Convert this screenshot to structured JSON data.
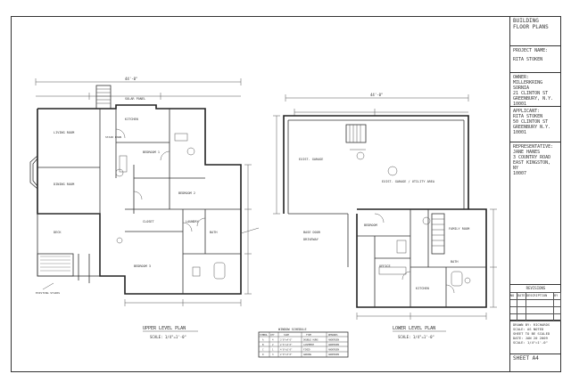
{
  "title_block": {
    "title_lines": [
      "BUILDING",
      "FLOOR PLANS"
    ],
    "project_name_label": "PROJECT NAME:",
    "project_name": "RITA STOKEN",
    "owner_label": "OWNER:",
    "owner_lines": [
      "MILLERKRING SORNIA",
      "21 CLINTON ST",
      "GREENBURY, N.Y.",
      "10001"
    ],
    "applicant_label": "APPLICANT:",
    "applicant_lines": [
      "RITA STOKEN",
      "50 CLINTON ST",
      "GREENBURY N.Y.",
      "10001"
    ],
    "representative_label": "REPRESENTATIVE:",
    "representative_lines": [
      "JANE HANES",
      "3 COUNTRY ROAD",
      "EAST KINGSTON, NY",
      "10007"
    ],
    "revisions_label": "REVISIONS",
    "revisions_headers": [
      "NO",
      "DATE",
      "DESCRIPTION",
      "BY"
    ],
    "notes_lines": [
      "DRAWN BY: RICHARDS",
      "SCALE: AS NOTED",
      "SHEET TO BE SCALED",
      "DATE: JAN 20 2009",
      "SCALE: 1/4\"=1'-0\""
    ],
    "sheet_label": "SHEET A4"
  },
  "upper_plan": {
    "title": "UPPER LEVEL PLAN",
    "scale": "SCALE: 1/4\"=1'-0\"",
    "overall_dim": "44'-0\"",
    "rooms": [
      "LIVING ROOM",
      "DINING ROOM",
      "KITCHEN",
      "BEDROOM 1",
      "BEDROOM 2",
      "BEDROOM 3",
      "BATH",
      "LAUNDRY",
      "DECK",
      "CLOSET"
    ],
    "labels": [
      "SOLAR PANEL",
      "STAIR DOWN",
      "EXISTING STAIRS"
    ]
  },
  "lower_plan": {
    "title": "LOWER LEVEL PLAN",
    "scale": "SCALE: 1/4\"=1'-0\"",
    "overall_dim": "44'-0\"",
    "rooms": [
      "EXIST. GARAGE",
      "EXIST. GARAGE / UTILITY AREA",
      "BEDROOM",
      "OFFICE",
      "BATH",
      "FAMILY ROOM",
      "KITCHEN"
    ],
    "labels": [
      "BASE DOOR",
      "DRIVEWAY"
    ]
  },
  "window_schedule": {
    "title": "WINDOW SCHEDULE",
    "headers": [
      "SYMBOL",
      "QTY",
      "SIZE",
      "TYPE",
      "REMARKS"
    ],
    "rows": [
      [
        "A",
        "4",
        "3'0\"x4'6\"",
        "DOUBLE HUNG",
        "ANDERSEN"
      ],
      [
        "B",
        "2",
        "2'6\"x4'0\"",
        "CASEMENT",
        "ANDERSEN"
      ],
      [
        "C",
        "1",
        "4'0\"x5'0\"",
        "FIXED",
        "ANDERSEN"
      ],
      [
        "D",
        "3",
        "2'0\"x3'0\"",
        "AWNING",
        "ANDERSEN"
      ]
    ]
  }
}
